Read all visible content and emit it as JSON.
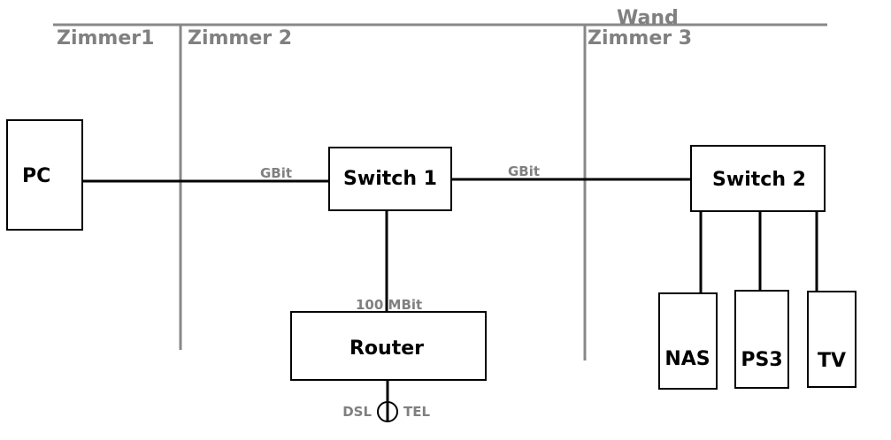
{
  "labels": {
    "wall": "Wand",
    "room1": "Zimmer1",
    "room2": "Zimmer 2",
    "room3": "Zimmer 3"
  },
  "devices": {
    "pc": "PC",
    "switch1": "Switch 1",
    "switch2": "Switch 2",
    "router": "Router",
    "nas": "NAS",
    "ps3": "PS3",
    "tv": "TV"
  },
  "links": {
    "pc_switch1": "GBit",
    "switch1_switch2": "GBit",
    "switch1_router": "100 MBit"
  },
  "port": {
    "left": "DSL",
    "right": "TEL"
  },
  "colors": {
    "wall": "#888888",
    "label": "#808080",
    "line": "#000000"
  }
}
